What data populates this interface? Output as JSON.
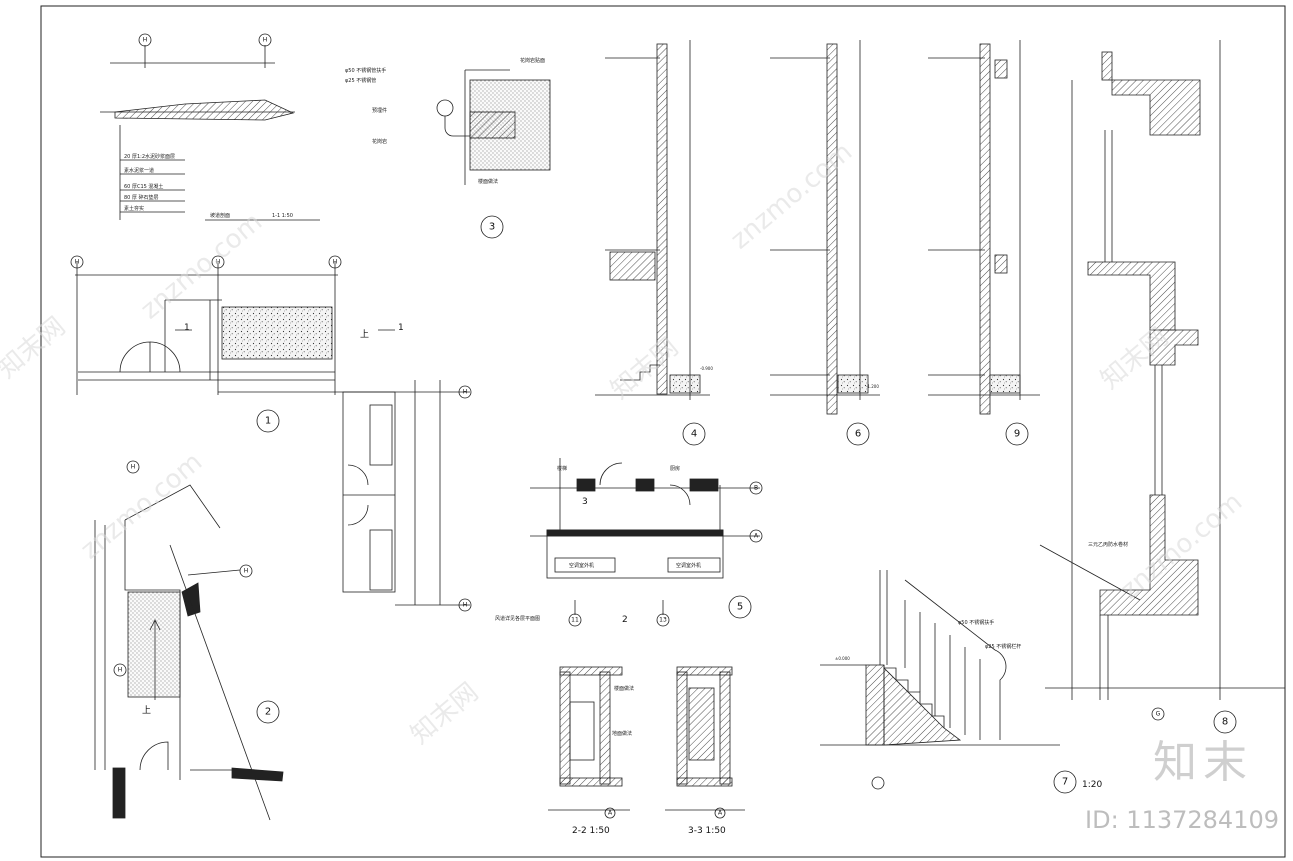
{
  "watermark": {
    "site": "znzmo.com",
    "cn": "知末网"
  },
  "brand": {
    "logo": "知末",
    "id_label": "ID: 1137284109"
  },
  "detail_1": {
    "callout": "1",
    "section_mark": "1",
    "stair_up": "上",
    "axes": [
      "H",
      "H",
      "H"
    ],
    "title": "坡道剖面",
    "scale": "1-1 1:50",
    "notes": [
      "20 厚1:2水泥砂浆面层",
      "素水泥浆一道",
      "60 厚C15 混凝土",
      "80 厚 碎石垫层",
      "素土夯实"
    ]
  },
  "detail_2": {
    "callout": "2",
    "stair_up": "上",
    "axes": [
      "H",
      "H",
      "H"
    ]
  },
  "detail_3": {
    "callout": "3",
    "notes": [
      "φ50 不锈钢管扶手",
      "φ25 不锈钢管",
      "预埋件",
      "花岗岩",
      "楼面做法"
    ],
    "label_right": "花岗岩贴面"
  },
  "detail_4": {
    "callout": "4"
  },
  "detail_5": {
    "callout": "5",
    "axes": [
      "B",
      "A",
      "11",
      "13"
    ],
    "room_labels": [
      "楼梯",
      "厨房",
      "空调室外机",
      "空调室外机"
    ],
    "bottom_label": "风道详见各层平面图",
    "numbers": [
      "3",
      "2"
    ]
  },
  "detail_6": {
    "callout": "6"
  },
  "detail_7": {
    "callout": "7",
    "scale": "1:20",
    "rail_note": "φ50 不锈钢扶手",
    "side_note": "φ25 不锈钢栏杆"
  },
  "detail_8": {
    "callout": "8",
    "axis": "G",
    "note": "三元乙丙防水卷材"
  },
  "detail_9": {
    "callout": "9"
  },
  "section_22": {
    "title": "2-2 1:50",
    "axis": "A",
    "notes": [
      "楼面做法",
      "地面做法"
    ]
  },
  "section_33": {
    "title": "3-3 1:50",
    "axis": "A"
  },
  "elevations": {
    "e1": "-0.900",
    "e2": "-1.200",
    "e3": "±0.000"
  }
}
